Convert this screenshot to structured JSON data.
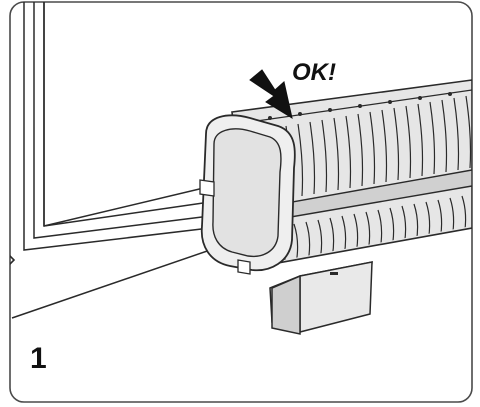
{
  "step": {
    "number": "1"
  },
  "callout": {
    "text": "OK!"
  },
  "colors": {
    "frame_border": "#4a4a4a",
    "line_stroke": "#2a2a2a",
    "pipe_fill": "#e3e3e3",
    "pipe_cap": "#efefef",
    "slot_dark": "#bdbdbd",
    "bracket_fill": "#d6d6d6",
    "arrow_fill": "#111111"
  },
  "icons": [
    "pointer-arrow",
    "side-marker"
  ]
}
